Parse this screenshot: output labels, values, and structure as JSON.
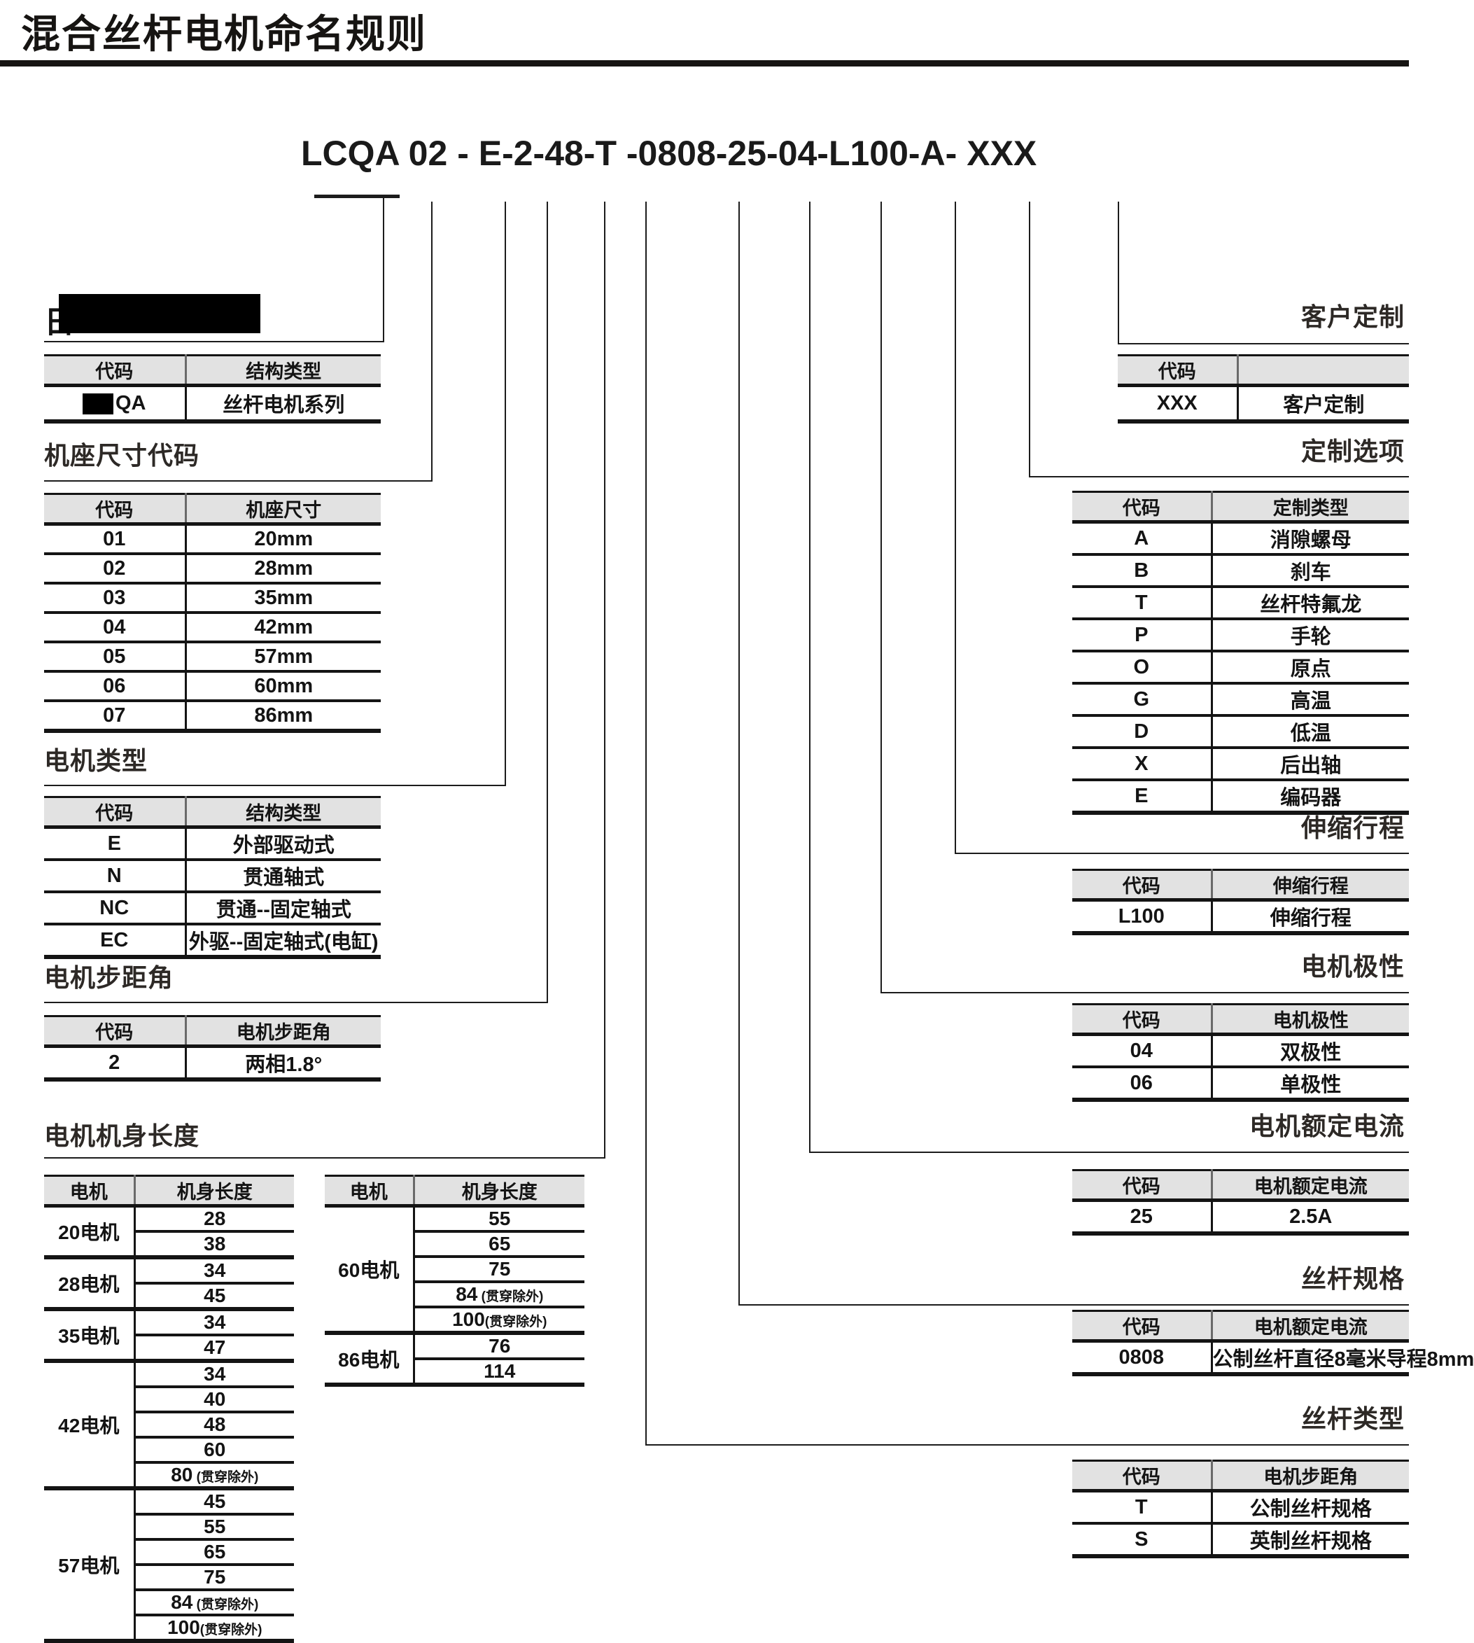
{
  "title": "混合丝杆电机命名规则",
  "model_code": "LCQA 02 - E-2-48-T -0808-25-04-L100-A- XXX",
  "redacted_label_visible": "日",
  "series_table": {
    "headers": [
      "代码",
      "结构类型"
    ],
    "row_code_visible": "QA",
    "row_value": "丝杆电机系列"
  },
  "frame_size": {
    "label": "机座尺寸代码",
    "headers": [
      "代码",
      "机座尺寸"
    ],
    "rows": [
      [
        "01",
        "20mm"
      ],
      [
        "02",
        "28mm"
      ],
      [
        "03",
        "35mm"
      ],
      [
        "04",
        "42mm"
      ],
      [
        "05",
        "57mm"
      ],
      [
        "06",
        "60mm"
      ],
      [
        "07",
        "86mm"
      ]
    ]
  },
  "motor_type": {
    "label": "电机类型",
    "headers": [
      "代码",
      "结构类型"
    ],
    "rows": [
      [
        "E",
        "外部驱动式"
      ],
      [
        "N",
        "贯通轴式"
      ],
      [
        "NC",
        "贯通--固定轴式"
      ],
      [
        "EC",
        "外驱--固定轴式(电缸)"
      ]
    ]
  },
  "step_angle": {
    "label": "电机步距角",
    "headers": [
      "代码",
      "电机步距角"
    ],
    "rows": [
      [
        "2",
        "两相1.8°"
      ]
    ]
  },
  "body_length": {
    "label": "电机机身长度",
    "headers": [
      "电机",
      "机身长度"
    ],
    "left_groups": [
      {
        "motor": "20电机",
        "lengths": [
          {
            "v": "28"
          },
          {
            "v": "38"
          }
        ]
      },
      {
        "motor": "28电机",
        "lengths": [
          {
            "v": "34"
          },
          {
            "v": "45"
          }
        ]
      },
      {
        "motor": "35电机",
        "lengths": [
          {
            "v": "34"
          },
          {
            "v": "47"
          }
        ]
      },
      {
        "motor": "42电机",
        "lengths": [
          {
            "v": "34"
          },
          {
            "v": "40"
          },
          {
            "v": "48"
          },
          {
            "v": "60"
          },
          {
            "v": "80",
            "note": " (贯穿除外)"
          }
        ]
      },
      {
        "motor": "57电机",
        "lengths": [
          {
            "v": "45"
          },
          {
            "v": "55"
          },
          {
            "v": "65"
          },
          {
            "v": "75"
          },
          {
            "v": "84",
            "note": " (贯穿除外)"
          },
          {
            "v": "100",
            "note": "(贯穿除外)"
          }
        ]
      }
    ],
    "right_groups": [
      {
        "motor": "60电机",
        "lengths": [
          {
            "v": "55"
          },
          {
            "v": "65"
          },
          {
            "v": "75"
          },
          {
            "v": "84",
            "note": " (贯穿除外)"
          },
          {
            "v": "100",
            "note": "(贯穿除外)"
          }
        ]
      },
      {
        "motor": "86电机",
        "lengths": [
          {
            "v": "76"
          },
          {
            "v": "114"
          }
        ]
      }
    ]
  },
  "customer": {
    "label": "客户定制",
    "headers": [
      "代码",
      ""
    ],
    "rows": [
      [
        "XXX",
        "客户定制"
      ]
    ]
  },
  "custom_options": {
    "label": "定制选项",
    "headers": [
      "代码",
      "定制类型"
    ],
    "rows": [
      [
        "A",
        "消隙螺母"
      ],
      [
        "B",
        "刹车"
      ],
      [
        "T",
        "丝杆特氟龙"
      ],
      [
        "P",
        "手轮"
      ],
      [
        "O",
        "原点"
      ],
      [
        "G",
        "高温"
      ],
      [
        "D",
        "低温"
      ],
      [
        "X",
        "后出轴"
      ],
      [
        "E",
        "编码器"
      ]
    ]
  },
  "stroke": {
    "label": "伸缩行程",
    "headers": [
      "代码",
      "伸缩行程"
    ],
    "rows": [
      [
        "L100",
        "伸缩行程"
      ]
    ]
  },
  "polarity": {
    "label": "电机极性",
    "headers": [
      "代码",
      "电机极性"
    ],
    "rows": [
      [
        "04",
        "双极性"
      ],
      [
        "06",
        "单极性"
      ]
    ]
  },
  "rated_current": {
    "label": "电机额定电流",
    "headers": [
      "代码",
      "电机额定电流"
    ],
    "rows": [
      [
        "25",
        "2.5A"
      ]
    ]
  },
  "screw_spec": {
    "label": "丝杆规格",
    "headers": [
      "代码",
      "电机额定电流"
    ],
    "rows": [
      [
        "0808",
        "公制丝杆直径8毫米导程8mm"
      ]
    ]
  },
  "screw_type": {
    "label": "丝杆类型",
    "headers": [
      "代码",
      "电机步距角"
    ],
    "rows": [
      [
        "T",
        "公制丝杆规格"
      ],
      [
        "S",
        "英制丝杆规格"
      ]
    ]
  },
  "colors": {
    "ink": "#141414",
    "header_bg": "#e2e2e2",
    "redaction": "#000000"
  }
}
